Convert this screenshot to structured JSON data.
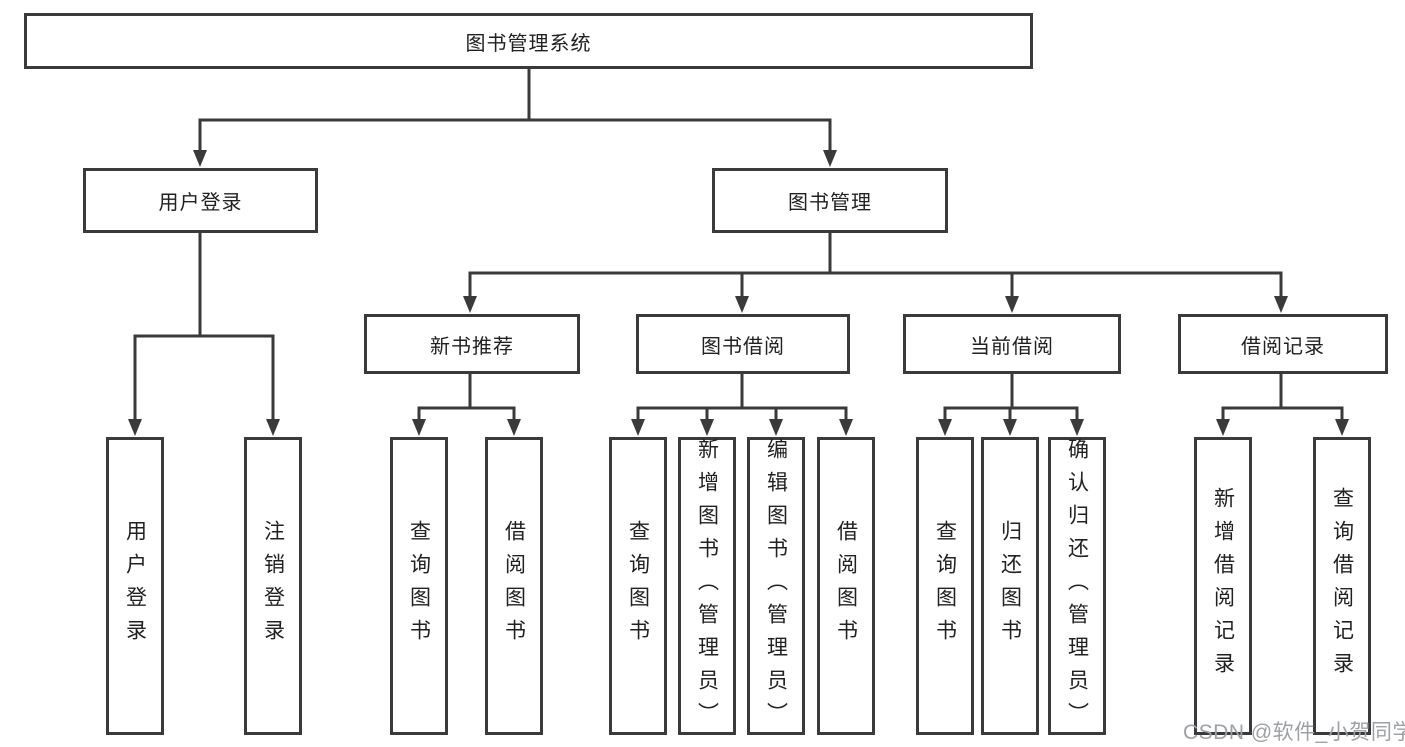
{
  "diagram": {
    "type": "tree",
    "title_box": "图书管理系统",
    "watermark": "CSDN @软件_小贺同学",
    "colors": {
      "line": "#3a3a3a",
      "box_border": "#3a3a3a",
      "text": "#212121",
      "watermark": "#9da1a6",
      "background": "#ffffff"
    },
    "level2": [
      {
        "label": "用户登录"
      },
      {
        "label": "图书管理"
      }
    ],
    "level3": [
      {
        "label": "新书推荐"
      },
      {
        "label": "图书借阅"
      },
      {
        "label": "当前借阅"
      },
      {
        "label": "借阅记录"
      }
    ],
    "leaves": [
      {
        "label": "用户登录",
        "parent": "用户登录"
      },
      {
        "label": "注销登录",
        "parent": "用户登录"
      },
      {
        "label": "查询图书",
        "parent": "新书推荐"
      },
      {
        "label": "借阅图书",
        "parent": "新书推荐"
      },
      {
        "label": "查询图书",
        "parent": "图书借阅"
      },
      {
        "label": "新增图书（管理员）",
        "parent": "图书借阅"
      },
      {
        "label": "编辑图书（管理员）",
        "parent": "图书借阅"
      },
      {
        "label": "借阅图书",
        "parent": "图书借阅"
      },
      {
        "label": "查询图书",
        "parent": "当前借阅"
      },
      {
        "label": "归还图书",
        "parent": "当前借阅"
      },
      {
        "label": "确认归还（管理员）",
        "parent": "当前借阅"
      },
      {
        "label": "新增借阅记录",
        "parent": "借阅记录"
      },
      {
        "label": "查询借阅记录",
        "parent": "借阅记录"
      }
    ],
    "hierarchy": {
      "图书管理系统": {
        "用户登录": [
          "用户登录",
          "注销登录"
        ],
        "图书管理": {
          "新书推荐": [
            "查询图书",
            "借阅图书"
          ],
          "图书借阅": [
            "查询图书",
            "新增图书（管理员）",
            "编辑图书（管理员）",
            "借阅图书"
          ],
          "当前借阅": [
            "查询图书",
            "归还图书",
            "确认归还（管理员）"
          ],
          "借阅记录": [
            "新增借阅记录",
            "查询借阅记录"
          ]
        }
      }
    }
  }
}
